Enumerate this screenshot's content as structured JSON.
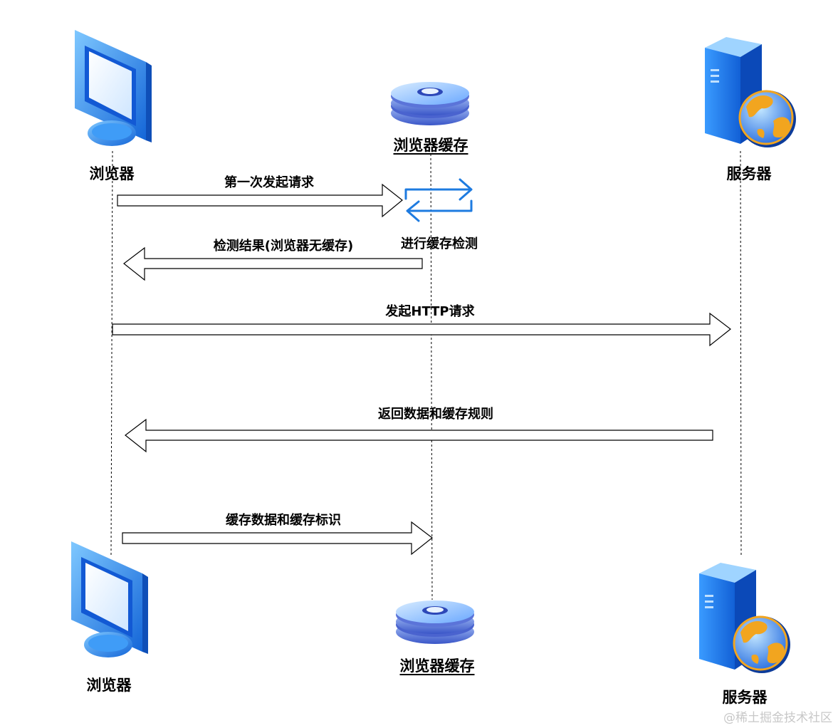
{
  "actors": {
    "browser": "浏览器",
    "cache": "浏览器缓存",
    "server": "服务器"
  },
  "messages": {
    "first_request": "第一次发起请求",
    "cache_check": "进行缓存检测",
    "check_result": "检测结果(浏览器无缓存)",
    "http_request": "发起HTTP请求",
    "return_data": "返回数据和缓存规则",
    "store_cache": "缓存数据和缓存标识"
  },
  "icons": {
    "browser": "monitor-icon",
    "cache": "disk-stack-icon",
    "server": "server-globe-icon",
    "check": "sync-arrows-icon"
  },
  "colors": {
    "icon_blue": "#1e7be0",
    "icon_light": "#66bbff",
    "globe_orange": "#f0a020",
    "line": "#000000"
  },
  "watermark": "@稀土掘金技术社区"
}
